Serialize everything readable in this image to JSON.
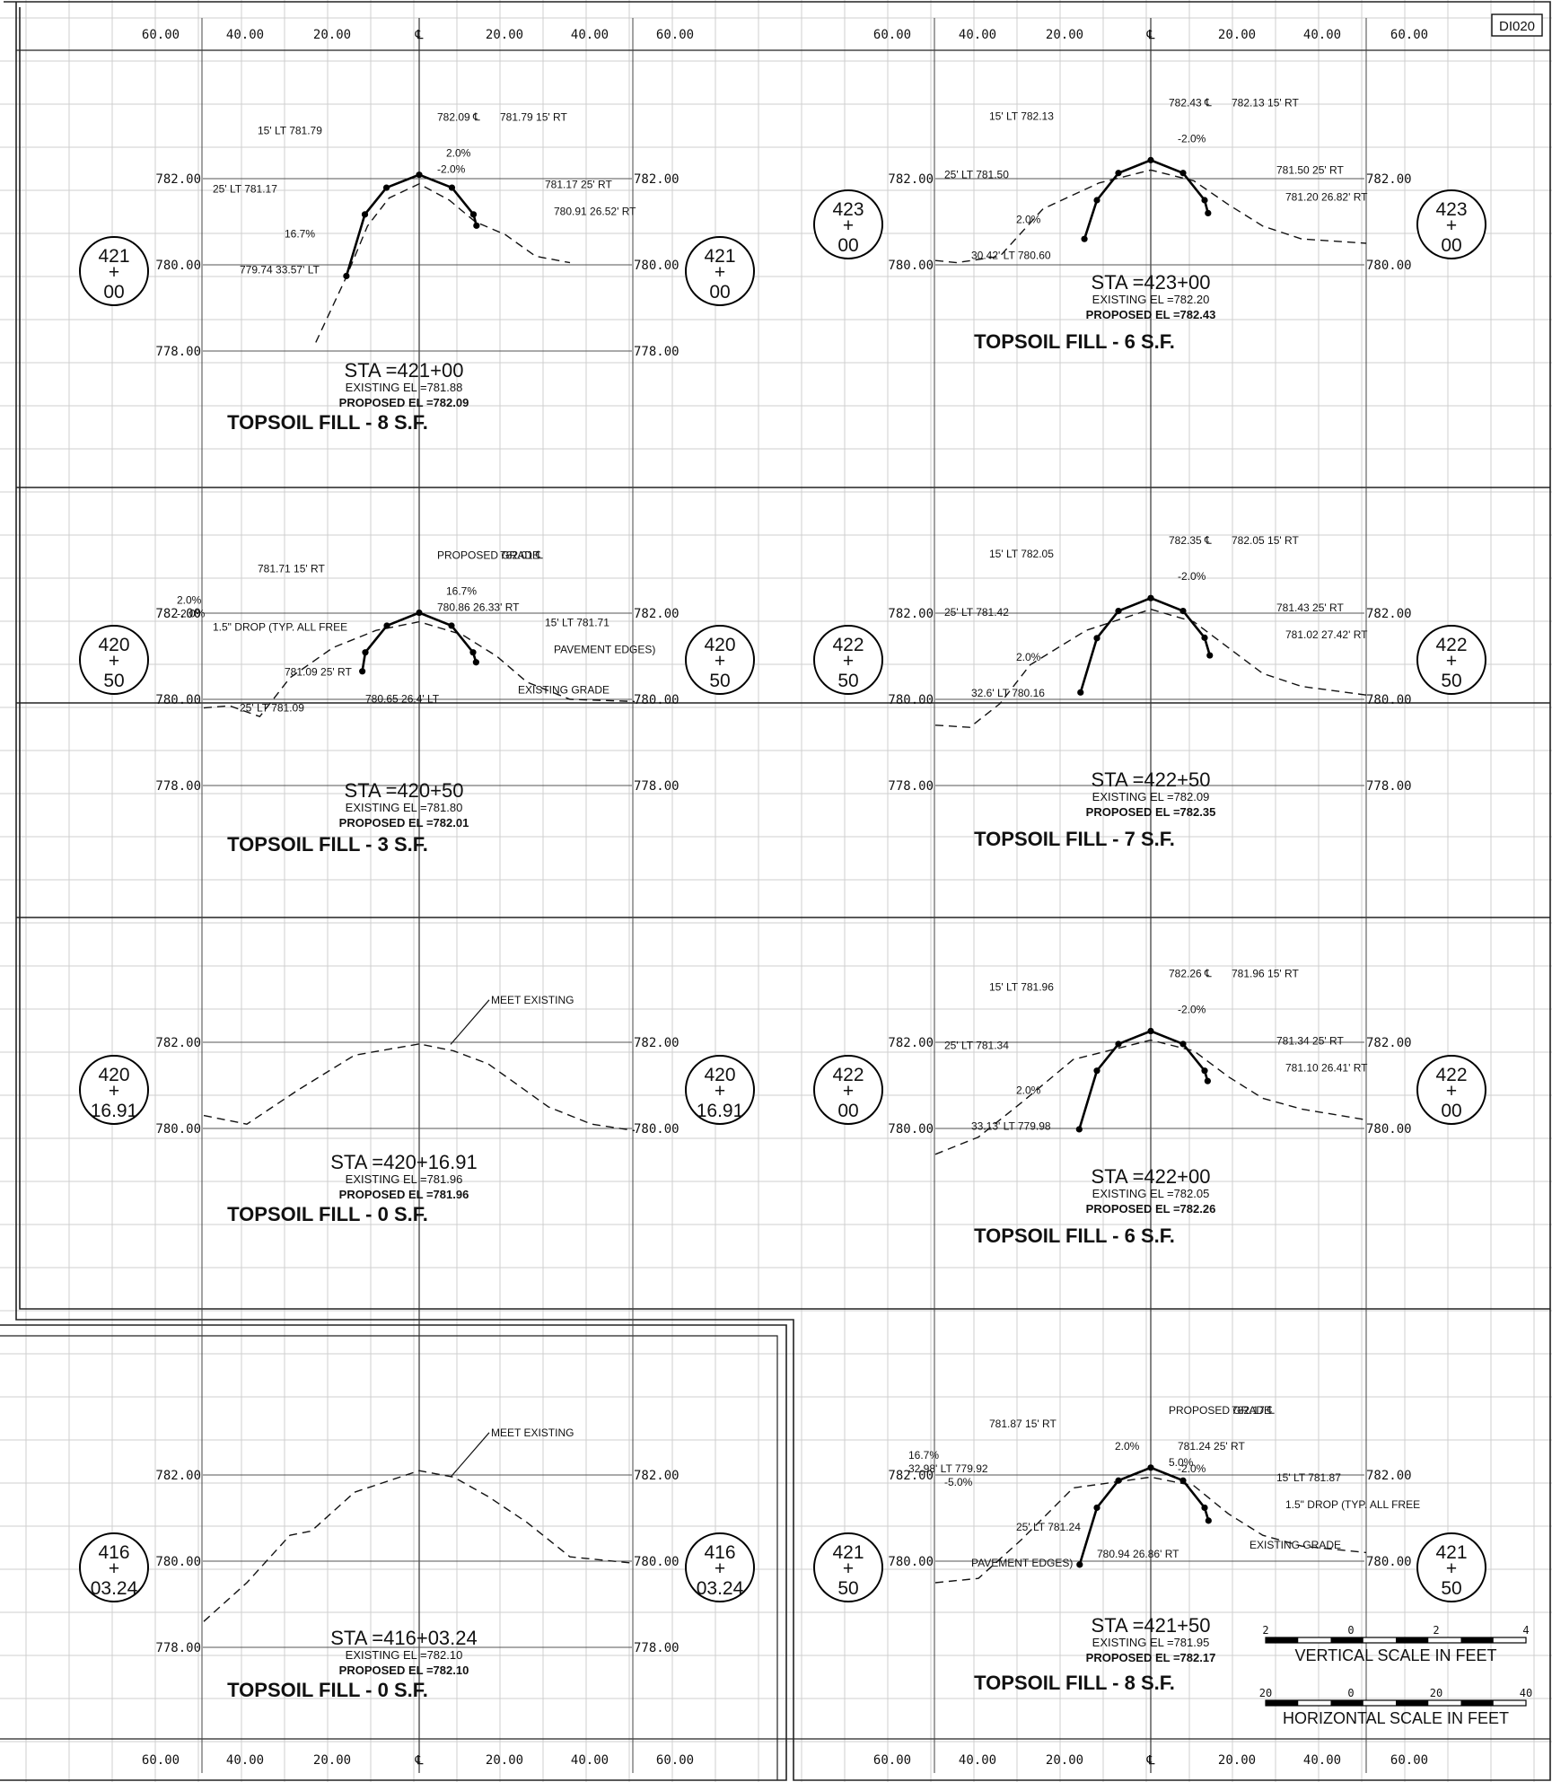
{
  "sheet_id": "DI020",
  "cl_symbol": "℄",
  "top_axis_left": [
    "60.00",
    "40.00",
    "20.00",
    "℄",
    "20.00",
    "40.00",
    "60.00"
  ],
  "top_axis_right": [
    "60.00",
    "40.00",
    "20.00",
    "℄",
    "20.00",
    "40.00",
    "60.00"
  ],
  "bottom_axis_left": [
    "60.00",
    "40.00",
    "20.00",
    "℄",
    "20.00",
    "40.00",
    "60.00"
  ],
  "bottom_axis_right": [
    "60.00",
    "40.00",
    "20.00",
    "℄",
    "20.00",
    "40.00",
    "60.00"
  ],
  "panels": [
    {
      "id": "sta-421-00",
      "col": "left",
      "row": 0,
      "station": [
        "421",
        "+",
        "00"
      ],
      "title": "STA  =421+00",
      "existing": "EXISTING  EL  =781.88",
      "proposed": "PROPOSED  EL  =782.09",
      "fill": "TOPSOIL FILL - 8 S.F.",
      "elev_labels": [
        "782.00",
        "780.00",
        "778.00"
      ],
      "elev_values": [
        782,
        780,
        778
      ],
      "existing_profile": [
        [
          -24,
          778.2
        ],
        [
          -17,
          779.7
        ],
        [
          -12,
          780.9
        ],
        [
          -7,
          781.55
        ],
        [
          0,
          781.88
        ],
        [
          7,
          781.5
        ],
        [
          13,
          781.0
        ],
        [
          20,
          780.7
        ],
        [
          27,
          780.2
        ],
        [
          35,
          780.05
        ]
      ],
      "proposed_profile": [
        [
          -16.9,
          779.74
        ],
        [
          -12.6,
          781.17
        ],
        [
          -7.6,
          781.79
        ],
        [
          0,
          782.09
        ],
        [
          7.6,
          781.79
        ],
        [
          12.6,
          781.17
        ],
        [
          13.3,
          780.91
        ]
      ],
      "annotations": [
        "782.09 ℄",
        "781.79 15' RT",
        "15' LT 781.79",
        "781.17 25' RT",
        "25' LT 781.17",
        "780.91 26.52' RT",
        "779.74 33.57' LT",
        "16.7%",
        "2.0%",
        "-2.0%"
      ]
    },
    {
      "id": "sta-420-50",
      "col": "left",
      "row": 1,
      "station": [
        "420",
        "+",
        "50"
      ],
      "title": "STA  =420+50",
      "existing": "EXISTING  EL  =781.80",
      "proposed": "PROPOSED  EL  =782.01",
      "fill": "TOPSOIL FILL - 3 S.F.",
      "elev_labels": [
        "782.00",
        "780.00",
        "778.00"
      ],
      "elev_values": [
        782,
        780,
        778
      ],
      "existing_profile": [
        [
          -50,
          779.8
        ],
        [
          -44,
          779.85
        ],
        [
          -37,
          779.6
        ],
        [
          -30,
          780.5
        ],
        [
          -20,
          781.2
        ],
        [
          -10,
          781.6
        ],
        [
          0,
          781.8
        ],
        [
          10,
          781.5
        ],
        [
          18,
          781.0
        ],
        [
          25,
          780.4
        ],
        [
          35,
          780.0
        ],
        [
          50,
          779.95
        ]
      ],
      "proposed_profile": [
        [
          -13.2,
          780.65
        ],
        [
          -12.5,
          781.09
        ],
        [
          -7.5,
          781.71
        ],
        [
          0,
          782.01
        ],
        [
          7.5,
          781.71
        ],
        [
          12.5,
          781.09
        ],
        [
          13.2,
          780.86
        ]
      ],
      "annotations": [
        "PROPOSED GRADE",
        "782.01 ℄",
        "781.71 15' RT",
        "15' LT 781.71",
        "1.5\" DROP (TYP. ALL FREE",
        "PAVEMENT EDGES)",
        "25' LT 781.09",
        "781.09 25' RT",
        "16.7%",
        "780.86 26.33' RT",
        "780.65 26.4' LT",
        "EXISTING GRADE",
        "2.0%",
        "-2.0%"
      ]
    },
    {
      "id": "sta-420-16-91",
      "col": "left",
      "row": 2,
      "station": [
        "420",
        "+",
        "16.91"
      ],
      "title": "STA  =420+16.91",
      "existing": "EXISTING  EL  =781.96",
      "proposed": "PROPOSED  EL  =781.96",
      "fill": "TOPSOIL FILL - 0 S.F.",
      "elev_labels": [
        "782.00",
        "780.00"
      ],
      "elev_values": [
        782,
        780
      ],
      "existing_profile": [
        [
          -50,
          780.3
        ],
        [
          -40,
          780.1
        ],
        [
          -28,
          780.9
        ],
        [
          -15,
          781.7
        ],
        [
          0,
          781.96
        ],
        [
          8,
          781.8
        ],
        [
          16,
          781.5
        ],
        [
          30,
          780.5
        ],
        [
          40,
          780.1
        ],
        [
          50,
          779.95
        ]
      ],
      "proposed_profile": [],
      "annotations": [
        "MEET EXISTING"
      ]
    },
    {
      "id": "sta-416-03-24",
      "col": "left",
      "row": 3,
      "station": [
        "416",
        "+",
        "03.24"
      ],
      "title": "STA  =416+03.24",
      "existing": "EXISTING  EL  =782.10",
      "proposed": "PROPOSED  EL  =782.10",
      "fill": "TOPSOIL FILL - 0 S.F.",
      "elev_labels": [
        "782.00",
        "780.00",
        "778.00"
      ],
      "elev_values": [
        782,
        780,
        778
      ],
      "existing_profile": [
        [
          -50,
          778.6
        ],
        [
          -40,
          779.5
        ],
        [
          -30,
          780.6
        ],
        [
          -25,
          780.7
        ],
        [
          -15,
          781.6
        ],
        [
          0,
          782.1
        ],
        [
          8,
          781.95
        ],
        [
          16,
          781.5
        ],
        [
          25,
          780.9
        ],
        [
          35,
          780.1
        ],
        [
          50,
          779.95
        ]
      ],
      "proposed_profile": [],
      "annotations": [
        "MEET EXISTING"
      ]
    },
    {
      "id": "sta-423-00",
      "col": "right",
      "row": 0,
      "station": [
        "423",
        "+",
        "00"
      ],
      "title": "STA  =423+00",
      "existing": "EXISTING  EL  =782.20",
      "proposed": "PROPOSED  EL  =782.43",
      "fill": "TOPSOIL FILL - 6 S.F.",
      "elev_labels": [
        "782.00",
        "780.00"
      ],
      "elev_values": [
        782,
        780
      ],
      "existing_profile": [
        [
          -50,
          780.1
        ],
        [
          -45,
          780.05
        ],
        [
          -35,
          780.2
        ],
        [
          -25,
          781.3
        ],
        [
          -12,
          781.9
        ],
        [
          0,
          782.2
        ],
        [
          10,
          781.95
        ],
        [
          18,
          781.4
        ],
        [
          26,
          780.9
        ],
        [
          35,
          780.6
        ],
        [
          50,
          780.5
        ]
      ],
      "proposed_profile": [
        [
          -15.4,
          780.6
        ],
        [
          -12.5,
          781.5
        ],
        [
          -7.5,
          782.13
        ],
        [
          0,
          782.43
        ],
        [
          7.5,
          782.13
        ],
        [
          12.5,
          781.5
        ],
        [
          13.3,
          781.2
        ]
      ],
      "annotations": [
        "782.43 ℄",
        "782.13 15' RT",
        "15' LT 782.13",
        "781.50 25' RT",
        "25' LT 781.50",
        "781.20 26.82' RT",
        "30.42' LT 780.60",
        "2.0%",
        "-2.0%"
      ]
    },
    {
      "id": "sta-422-50",
      "col": "right",
      "row": 1,
      "station": [
        "422",
        "+",
        "50"
      ],
      "title": "STA  =422+50",
      "existing": "EXISTING  EL  =782.09",
      "proposed": "PROPOSED  EL  =782.35",
      "fill": "TOPSOIL FILL - 7 S.F.",
      "elev_labels": [
        "782.00",
        "780.00",
        "778.00"
      ],
      "elev_values": [
        782,
        780,
        778
      ],
      "existing_profile": [
        [
          -50,
          779.4
        ],
        [
          -42,
          779.35
        ],
        [
          -35,
          779.9
        ],
        [
          -28,
          780.8
        ],
        [
          -15,
          781.6
        ],
        [
          0,
          782.09
        ],
        [
          10,
          781.8
        ],
        [
          18,
          781.2
        ],
        [
          26,
          780.6
        ],
        [
          35,
          780.3
        ],
        [
          50,
          780.1
        ]
      ],
      "proposed_profile": [
        [
          -16.3,
          780.16
        ],
        [
          -12.5,
          781.42
        ],
        [
          -7.5,
          782.05
        ],
        [
          0,
          782.35
        ],
        [
          7.5,
          782.05
        ],
        [
          12.5,
          781.43
        ],
        [
          13.7,
          781.02
        ]
      ],
      "annotations": [
        "782.35 ℄",
        "782.05 15' RT",
        "15' LT 782.05",
        "781.43 25' RT",
        "25' LT 781.42",
        "781.02 27.42' RT",
        "32.6' LT 780.16",
        "2.0%",
        "-2.0%"
      ]
    },
    {
      "id": "sta-422-00",
      "col": "right",
      "row": 2,
      "station": [
        "422",
        "+",
        "00"
      ],
      "title": "STA  =422+00",
      "existing": "EXISTING  EL  =782.05",
      "proposed": "PROPOSED  EL  =782.26",
      "fill": "TOPSOIL FILL - 6 S.F.",
      "elev_labels": [
        "782.00",
        "780.00"
      ],
      "elev_values": [
        782,
        780
      ],
      "existing_profile": [
        [
          -50,
          779.4
        ],
        [
          -40,
          779.8
        ],
        [
          -30,
          780.6
        ],
        [
          -18,
          781.6
        ],
        [
          0,
          782.05
        ],
        [
          10,
          781.8
        ],
        [
          18,
          781.2
        ],
        [
          26,
          780.7
        ],
        [
          35,
          780.45
        ],
        [
          50,
          780.2
        ]
      ],
      "proposed_profile": [
        [
          -16.6,
          779.98
        ],
        [
          -12.5,
          781.34
        ],
        [
          -7.5,
          781.96
        ],
        [
          0,
          782.26
        ],
        [
          7.5,
          781.96
        ],
        [
          12.5,
          781.34
        ],
        [
          13.2,
          781.1
        ]
      ],
      "annotations": [
        "782.26 ℄",
        "781.96 15' RT",
        "15' LT 781.96",
        "781.34 25' RT",
        "25' LT 781.34",
        "781.10 26.41' RT",
        "33.13' LT 779.98",
        "2.0%",
        "-2.0%"
      ]
    },
    {
      "id": "sta-421-50",
      "col": "right",
      "row": 3,
      "station": [
        "421",
        "+",
        "50"
      ],
      "title": "STA  =421+50",
      "existing": "EXISTING  EL  =781.95",
      "proposed": "PROPOSED  EL  =782.17",
      "fill": "TOPSOIL FILL - 8 S.F.",
      "elev_labels": [
        "782.00",
        "780.00"
      ],
      "elev_values": [
        782,
        780
      ],
      "existing_profile": [
        [
          -50,
          779.5
        ],
        [
          -40,
          779.6
        ],
        [
          -30,
          780.5
        ],
        [
          -18,
          781.7
        ],
        [
          0,
          781.95
        ],
        [
          10,
          781.75
        ],
        [
          18,
          781.1
        ],
        [
          26,
          780.6
        ],
        [
          35,
          780.35
        ],
        [
          50,
          780.2
        ]
      ],
      "proposed_profile": [
        [
          -16.5,
          779.92
        ],
        [
          -12.5,
          781.24
        ],
        [
          -7.5,
          781.87
        ],
        [
          0,
          782.17
        ],
        [
          7.5,
          781.87
        ],
        [
          12.5,
          781.24
        ],
        [
          13.4,
          780.94
        ]
      ],
      "annotations": [
        "PROPOSED GRADE",
        "782.17 ℄",
        "781.87 15' RT",
        "15' LT 781.87",
        "-5.0%",
        "1.5\" DROP (TYP. ALL FREE",
        "PAVEMENT EDGES)",
        "25' LT 781.24",
        "781.24 25' RT",
        "5.0%",
        "780.94 26.86' RT",
        "EXISTING GRADE",
        "16.7%",
        "32.98' LT 779.92",
        "2.0%",
        "-2.0%"
      ]
    }
  ],
  "scales": {
    "vertical": {
      "ticks": [
        "2",
        "0",
        "2",
        "4"
      ],
      "label": "VERTICAL SCALE IN FEET"
    },
    "horizontal": {
      "ticks": [
        "20",
        "0",
        "20",
        "40"
      ],
      "label": "HORIZONTAL SCALE IN FEET"
    }
  }
}
